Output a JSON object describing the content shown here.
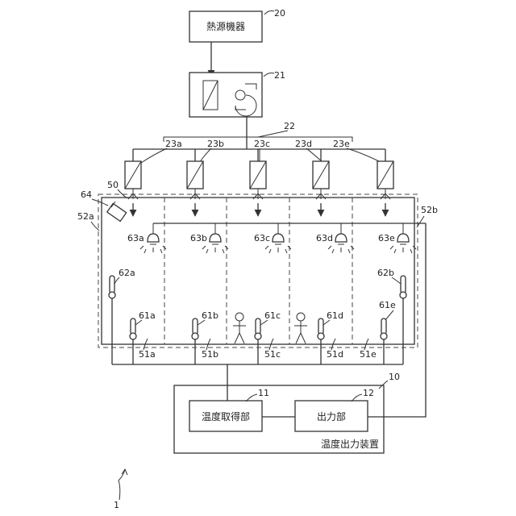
{
  "heat_source": {
    "label": "熱源機器",
    "ref": "20"
  },
  "air_handler": {
    "ref": "21"
  },
  "duct": {
    "ref": "22"
  },
  "dampers": [
    {
      "ref": "23a"
    },
    {
      "ref": "23b"
    },
    {
      "ref": "23c"
    },
    {
      "ref": "23d"
    },
    {
      "ref": "23e"
    }
  ],
  "outlet_ref": "50",
  "camera_ref": "64",
  "space_left_ref": "52a",
  "space_right_ref": "52b",
  "lights": [
    {
      "ref": "63a"
    },
    {
      "ref": "63b"
    },
    {
      "ref": "63c"
    },
    {
      "ref": "63d"
    },
    {
      "ref": "63e"
    }
  ],
  "wall_sensors": [
    {
      "ref": "62a"
    },
    {
      "ref": "62b"
    }
  ],
  "floor_sensors": [
    {
      "ref": "61a"
    },
    {
      "ref": "61b"
    },
    {
      "ref": "61c"
    },
    {
      "ref": "61d"
    },
    {
      "ref": "61e"
    }
  ],
  "zones": [
    {
      "ref": "51a"
    },
    {
      "ref": "51b"
    },
    {
      "ref": "51c"
    },
    {
      "ref": "51d"
    },
    {
      "ref": "51e"
    }
  ],
  "device": {
    "ref": "10",
    "label": "温度出力装置",
    "acquisition": {
      "label": "温度取得部",
      "ref": "11"
    },
    "output": {
      "label": "出力部",
      "ref": "12"
    }
  },
  "system_ref": "1"
}
